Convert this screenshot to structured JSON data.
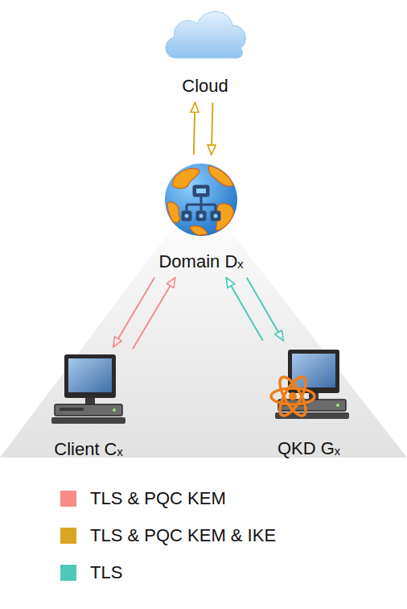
{
  "diagram": {
    "nodes": [
      {
        "text": [
          "Cloud"
        ]
      },
      {
        "text": [
          "Domain Dₓ"
        ]
      },
      {
        "text": [
          "Client Cₓ"
        ]
      },
      {
        "text": [
          "QKD Gₓ"
        ]
      }
    ],
    "edges": [
      {
        "from": 1,
        "to": 0,
        "arrow": "to"
      },
      {
        "from": 0,
        "to": 1,
        "arrow": "to"
      },
      {
        "from": 2,
        "to": 1,
        "arrow": "to"
      },
      {
        "from": 1,
        "to": 2,
        "arrow": "to"
      },
      {
        "from": 3,
        "to": 1,
        "arrow": "to"
      },
      {
        "from": 1,
        "to": 3,
        "arrow": "to"
      }
    ],
    "legend": [
      {
        "text": "TLS & PQC KEM",
        "color": "#f88b8b"
      },
      {
        "text": "TLS & PQC KEM & IKE",
        "color": "#daa520"
      },
      {
        "text": "TLS",
        "color": "#4fc9b6"
      }
    ]
  }
}
